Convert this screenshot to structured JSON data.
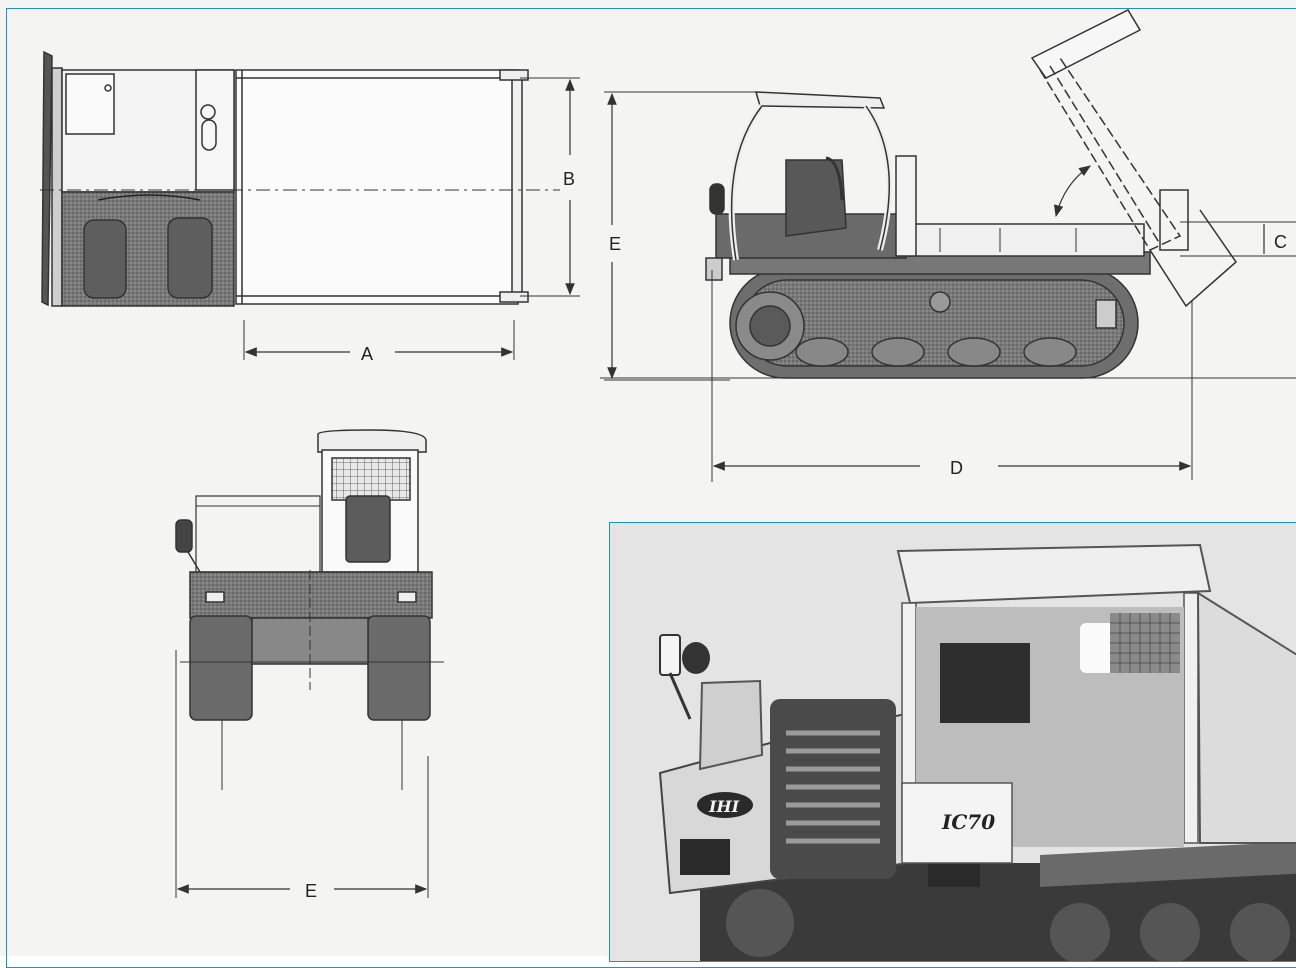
{
  "dimension_labels": {
    "top_length": "A",
    "top_width": "B",
    "side_height": "E",
    "side_dump_height": "C",
    "side_length": "D",
    "front_width": "E"
  },
  "photo": {
    "brand_badge": "IHI",
    "model_badge": "IC70"
  },
  "colors": {
    "frame_border": "#1e8fc8",
    "line": "#333333",
    "dark_fill": "#6b6b6b",
    "light_fill": "#f2f2f2"
  }
}
